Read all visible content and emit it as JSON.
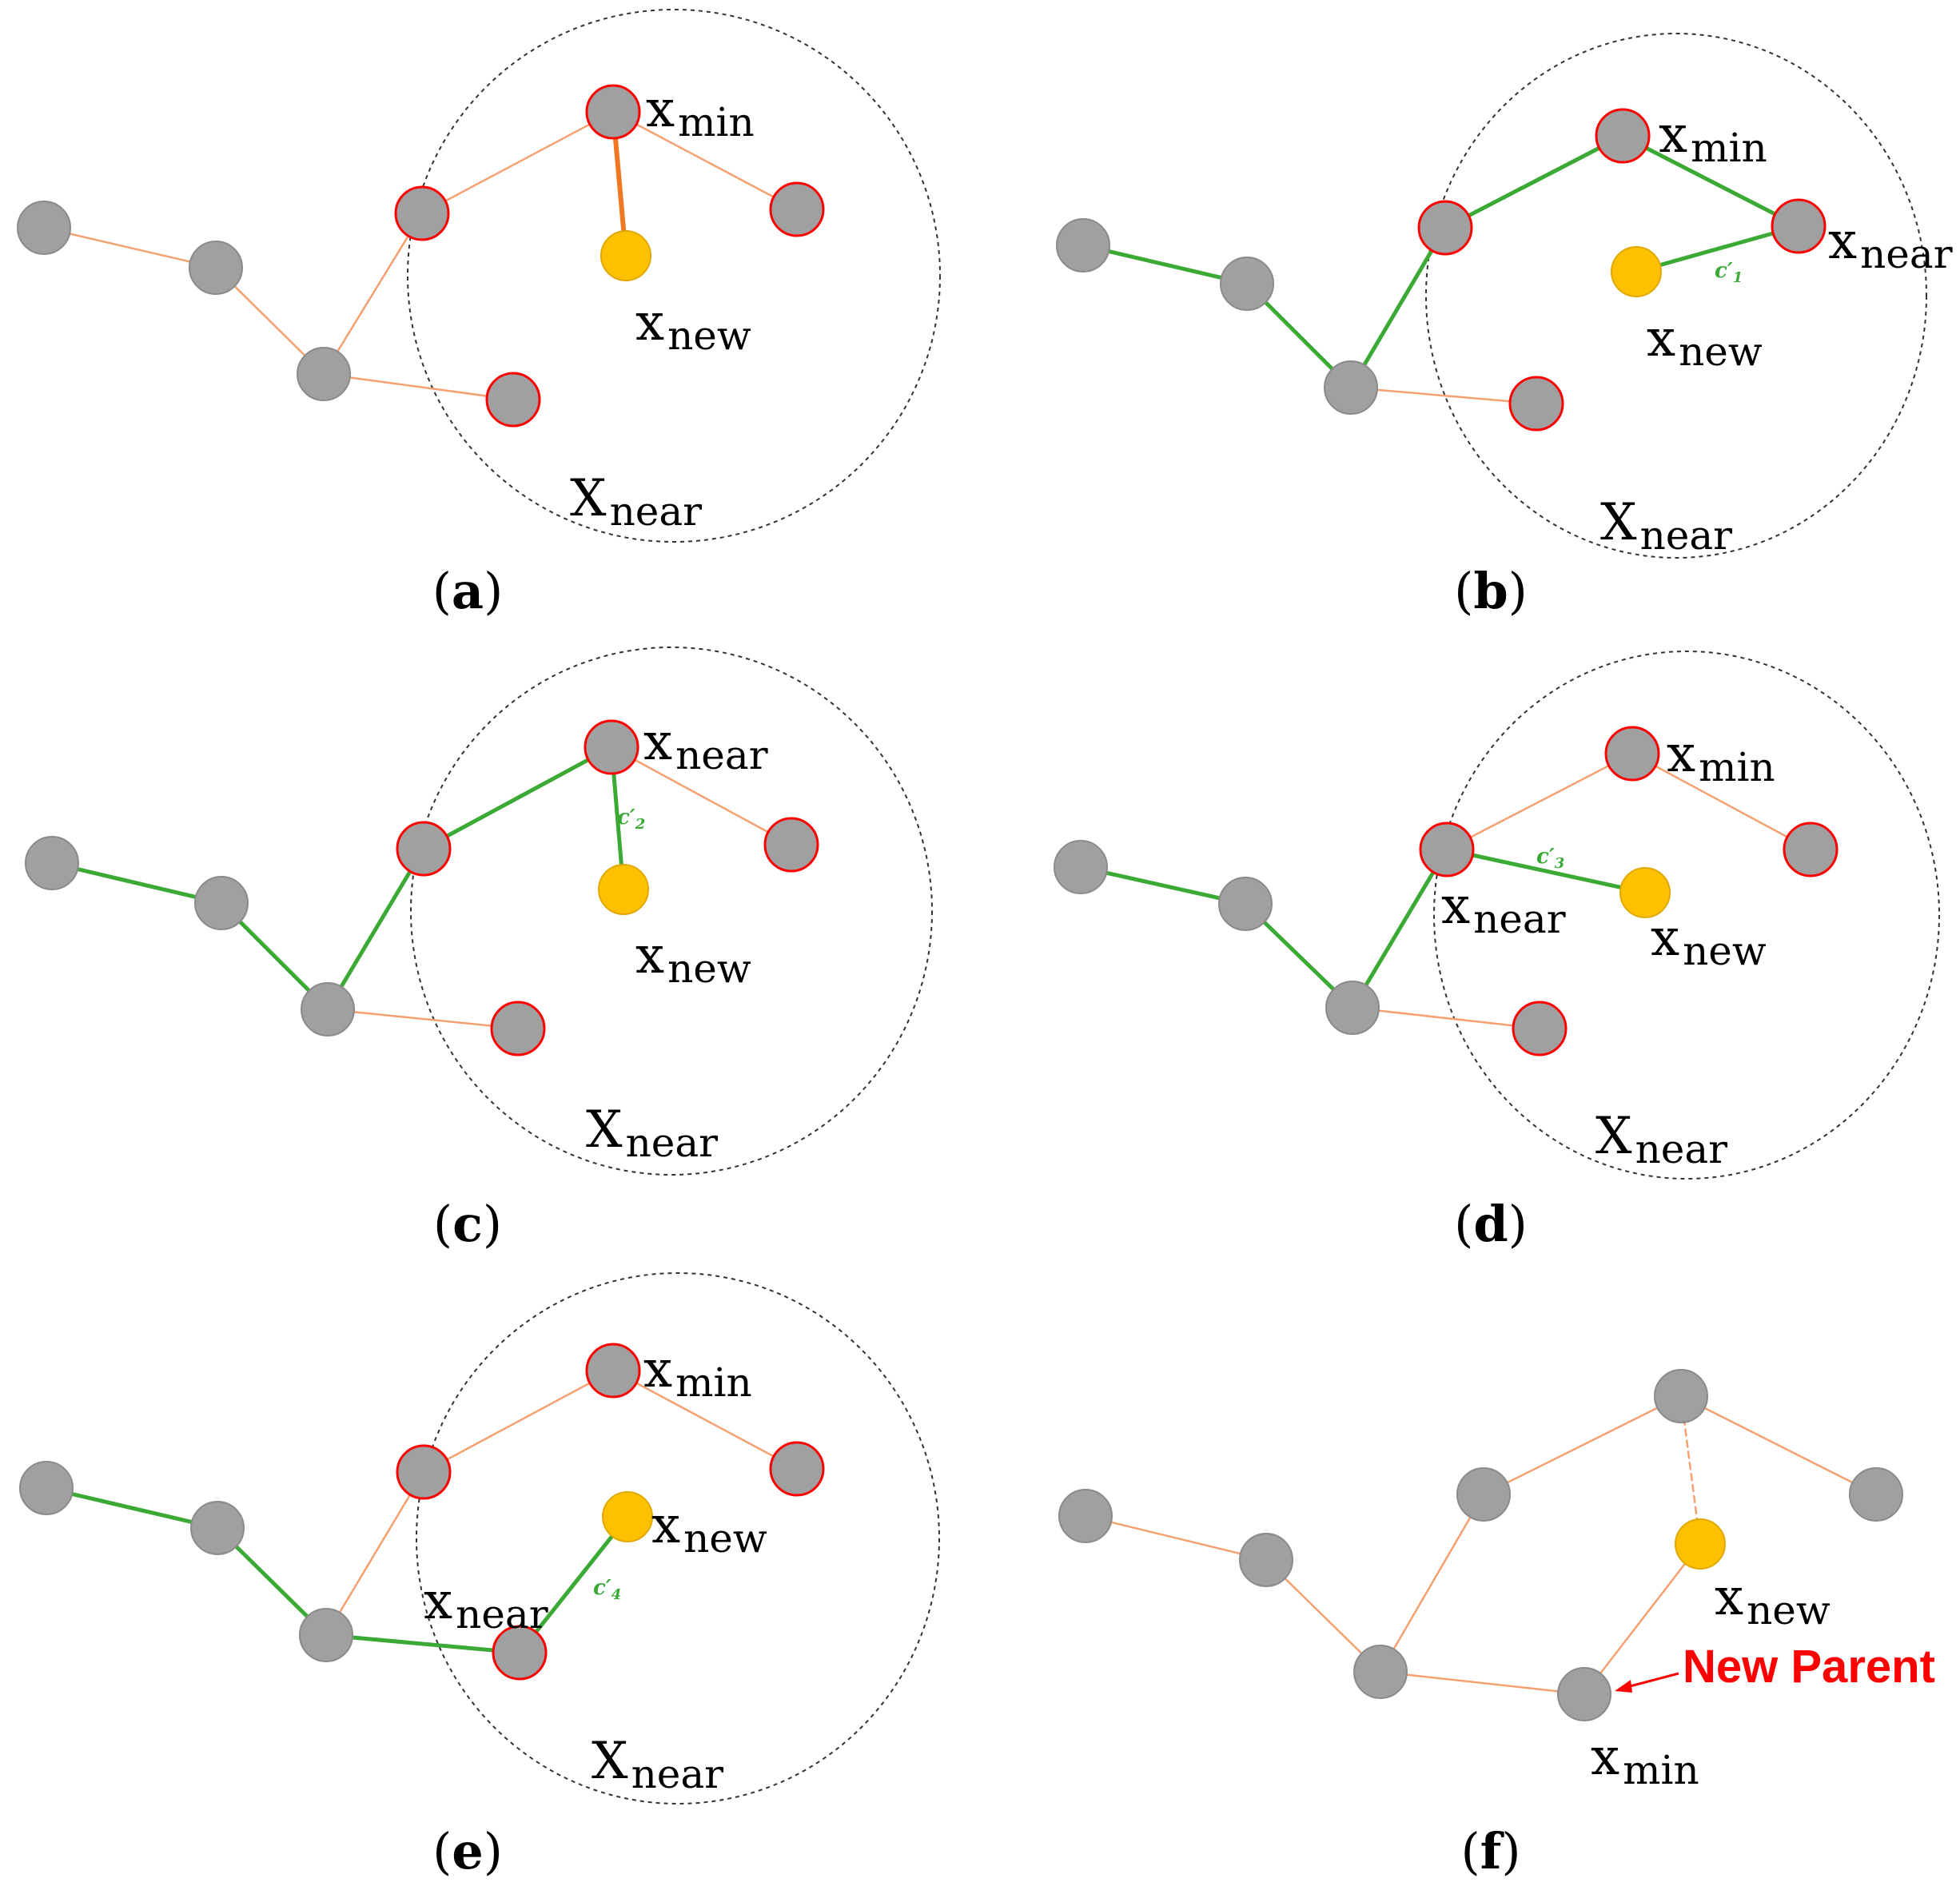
{
  "colors": {
    "node_fill": "#a0a0a0",
    "node_stroke": "#8a8a8a",
    "near_stroke": "#ff0000",
    "new_fill": "#ffc000",
    "new_stroke": "#e0a800",
    "tree_edge": "#f4a070",
    "path_edge": "#3aaa35",
    "candidate_edge": "#f07820",
    "circle": "#333333",
    "annotation": "#ff0000"
  },
  "symbols": {
    "x": "x",
    "X": "X",
    "min": "min",
    "near": "near",
    "new": "new",
    "c": "c",
    "prime": "′"
  },
  "panels": [
    {
      "id": "a",
      "caption": "a",
      "labels": {
        "x_min": "min",
        "x_new": "new",
        "X_near": "near"
      }
    },
    {
      "id": "b",
      "caption": "b",
      "labels": {
        "x_min": "min",
        "x_near": "near",
        "x_new": "new",
        "X_near": "near",
        "cost": "1"
      }
    },
    {
      "id": "c",
      "caption": "c",
      "labels": {
        "x_near": "near",
        "x_new": "new",
        "X_near": "near",
        "cost": "2"
      }
    },
    {
      "id": "d",
      "caption": "d",
      "labels": {
        "x_min": "min",
        "x_near": "near",
        "x_new": "new",
        "X_near": "near",
        "cost": "3"
      }
    },
    {
      "id": "e",
      "caption": "e",
      "labels": {
        "x_min": "min",
        "x_near": "near",
        "x_new": "new",
        "X_near": "near",
        "cost": "4"
      }
    },
    {
      "id": "f",
      "caption": "f",
      "labels": {
        "x_new": "new",
        "x_min": "min",
        "new_parent": "New Parent"
      }
    }
  ]
}
